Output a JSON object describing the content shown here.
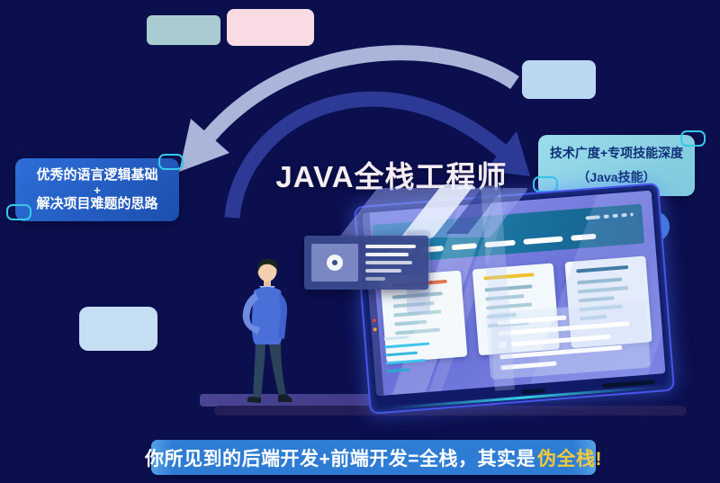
{
  "page": {
    "background": "#0b0f4e"
  },
  "title": {
    "text": "JAVA全栈工程师",
    "color": "#f6edf3"
  },
  "left_card": {
    "lines": [
      "优秀的语言逻辑基础",
      "+",
      "解决项目难题的思路"
    ],
    "background": "#2563c8",
    "text_color": "#ffffff"
  },
  "right_card": {
    "lines": [
      "技术广度+专项技能深度",
      "（Java技能）"
    ],
    "background": "#8fd6e8",
    "text_color": "#102f78"
  },
  "banner": {
    "text": "你所见到的后端开发+前端开发=全栈，其实是",
    "highlight": "伪全栈!",
    "background": "#2e7cd4",
    "text_color": "#ffffff",
    "highlight_color": "#f2c83c"
  },
  "monitor": {
    "screen_color": "#747ce0",
    "header_color": "#1b7aa6",
    "card_topline_colors": [
      "#e2552e",
      "#eec22e",
      "#20688e"
    ],
    "bezel_glow": "#4656e8"
  },
  "accents": {
    "outline_cyan": "#35c8e8",
    "arrow_light": "#aab5da",
    "arrow_dark": "#2c3a96",
    "circle_gradient": [
      "#25a8b8",
      "#4a6fd8"
    ]
  },
  "float_card": {
    "icon": "disc-icon"
  }
}
